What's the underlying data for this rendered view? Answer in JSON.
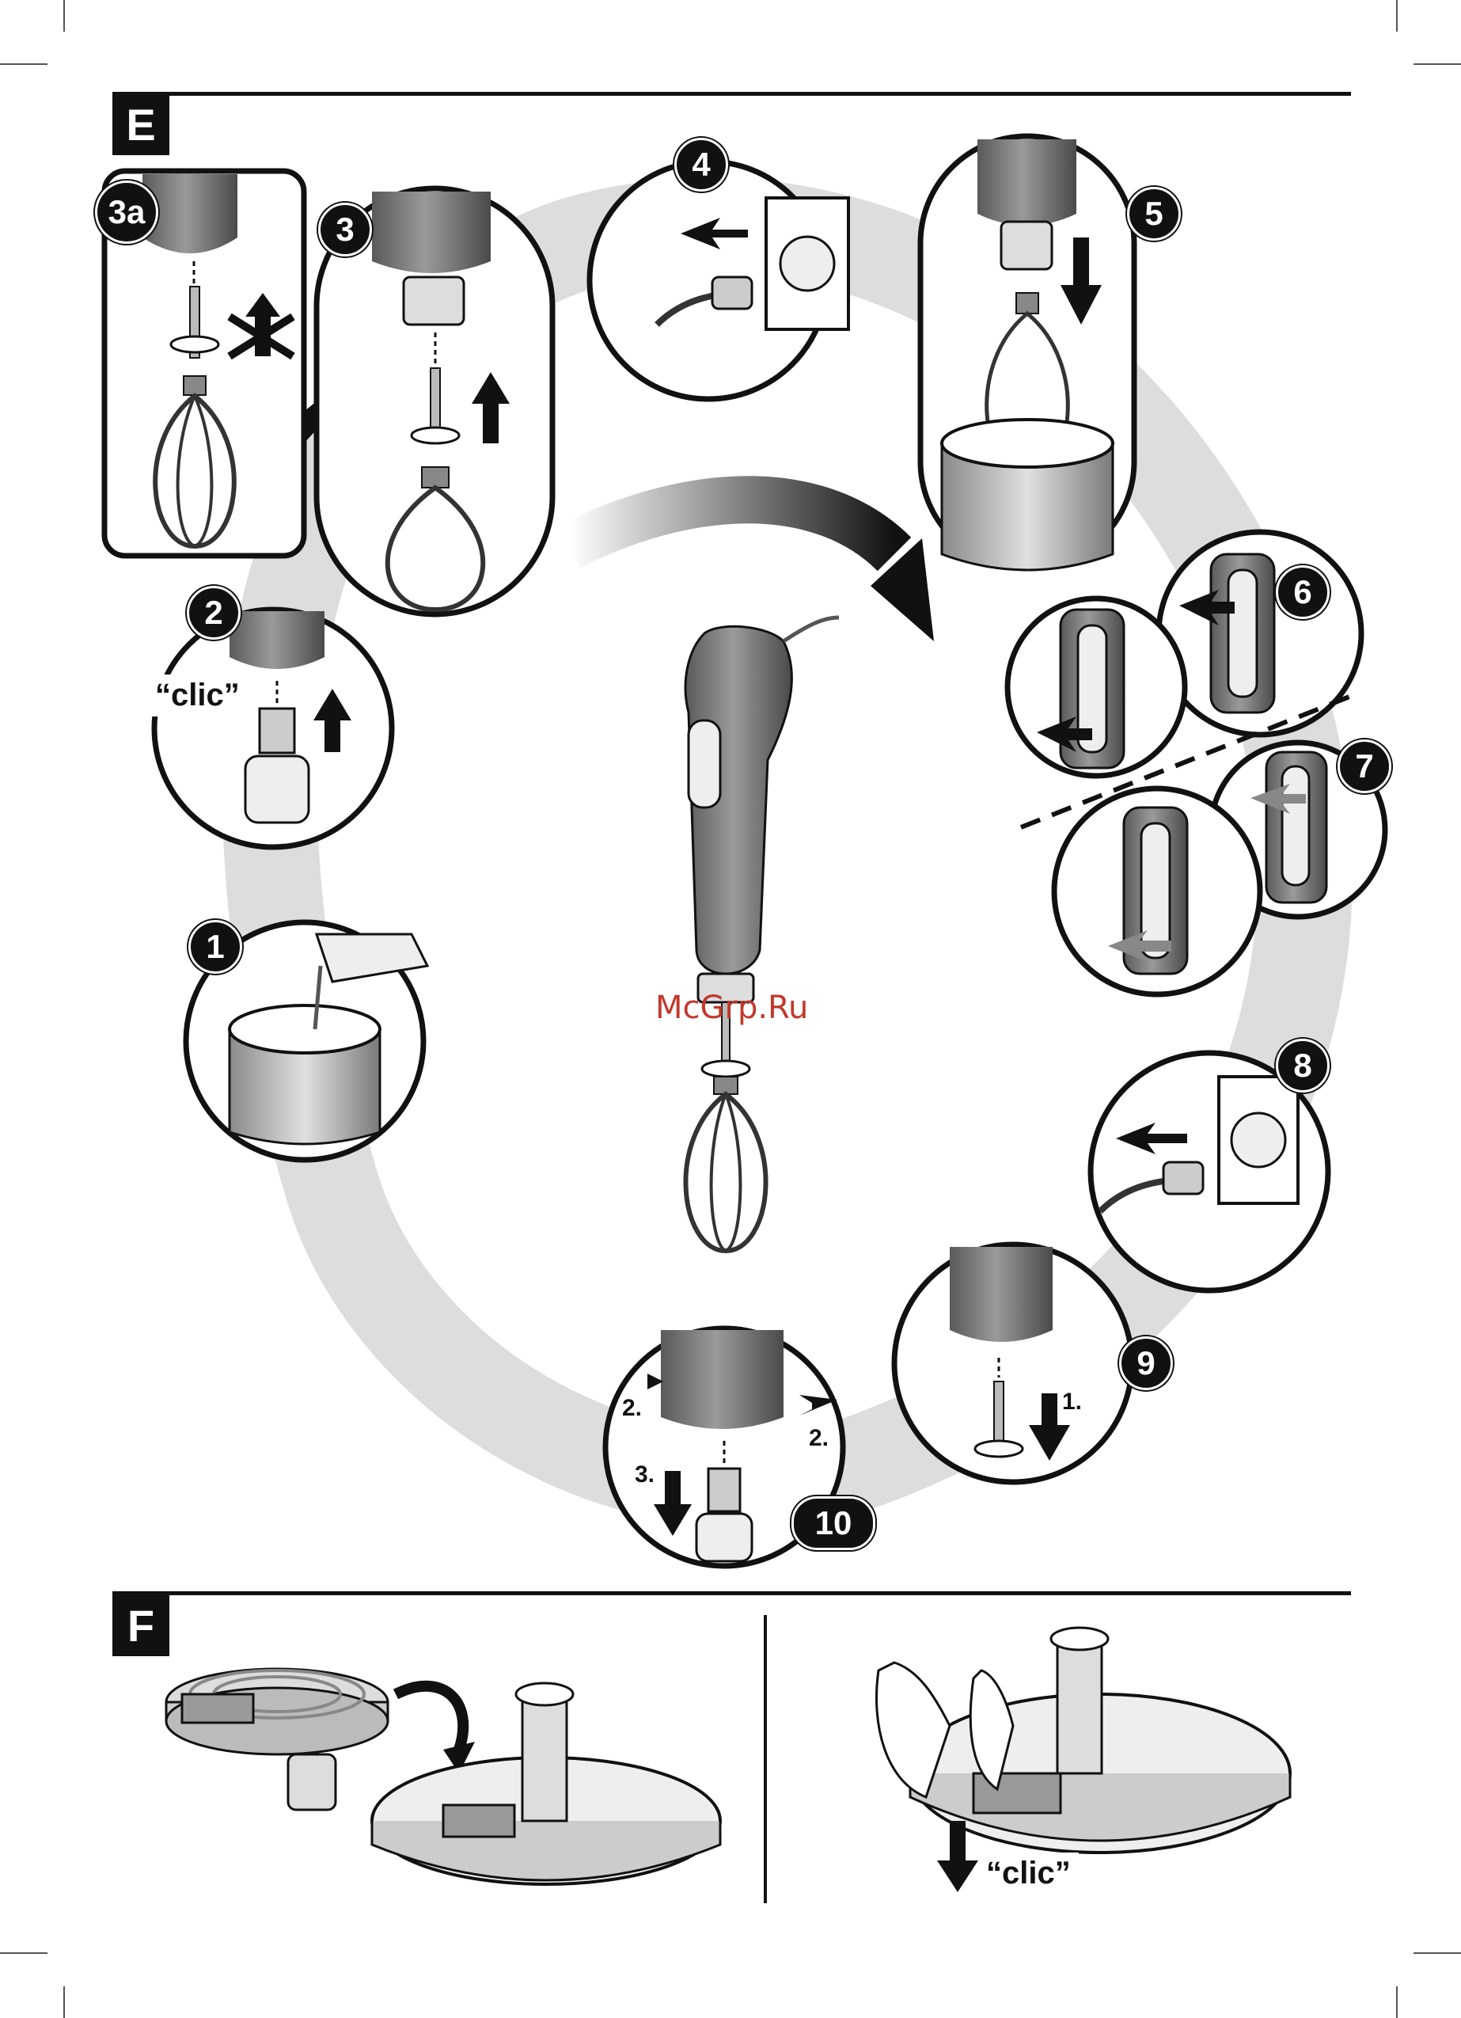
{
  "sections": {
    "E": {
      "label": "E"
    },
    "F": {
      "label": "F"
    }
  },
  "steps": {
    "s1": "1",
    "s2": "2",
    "s3": "3",
    "s3a": "3a",
    "s4": "4",
    "s5": "5",
    "s6": "6",
    "s7": "7",
    "s8": "8",
    "s9": "9",
    "s10": "10"
  },
  "labels": {
    "clic_e": "“clic”",
    "clic_f": "“clic”",
    "n1": "1.",
    "n2a": "2.",
    "n2b": "2.",
    "n3": "3."
  },
  "watermark": "McGrp.Ru",
  "colors": {
    "ink": "#111111",
    "swirl": "#d9d9d9",
    "watermark": "#c0392b"
  }
}
